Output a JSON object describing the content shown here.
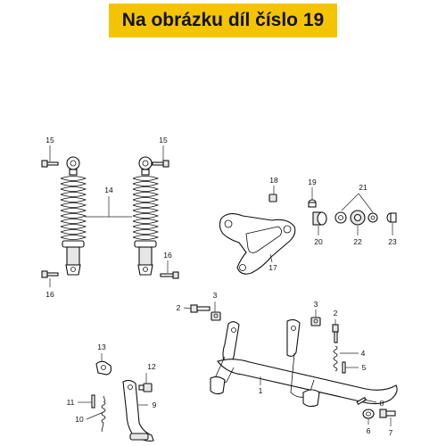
{
  "banner": {
    "text": "Na obrázku díl číslo 19",
    "background": "#f5c400"
  },
  "callouts": [
    {
      "id": "c15a",
      "text": "15"
    },
    {
      "id": "c15b",
      "text": "15"
    },
    {
      "id": "c14",
      "text": "14"
    },
    {
      "id": "c16a",
      "text": "16"
    },
    {
      "id": "c16b",
      "text": "16"
    },
    {
      "id": "c18",
      "text": "18"
    },
    {
      "id": "c19",
      "text": "19"
    },
    {
      "id": "c21",
      "text": "21"
    },
    {
      "id": "c20",
      "text": "20"
    },
    {
      "id": "c22",
      "text": "22"
    },
    {
      "id": "c23",
      "text": "23"
    },
    {
      "id": "c17",
      "text": "17"
    },
    {
      "id": "c3a",
      "text": "3"
    },
    {
      "id": "c2a",
      "text": "2"
    },
    {
      "id": "c3b",
      "text": "3"
    },
    {
      "id": "c2b",
      "text": "2"
    },
    {
      "id": "c4",
      "text": "4"
    },
    {
      "id": "c5",
      "text": "5"
    },
    {
      "id": "c1",
      "text": "1"
    },
    {
      "id": "c8",
      "text": "8"
    },
    {
      "id": "c6",
      "text": "6"
    },
    {
      "id": "c7",
      "text": "7"
    },
    {
      "id": "c13",
      "text": "13"
    },
    {
      "id": "c12",
      "text": "12"
    },
    {
      "id": "c11",
      "text": "11"
    },
    {
      "id": "c10",
      "text": "10"
    },
    {
      "id": "c9",
      "text": "9"
    }
  ]
}
